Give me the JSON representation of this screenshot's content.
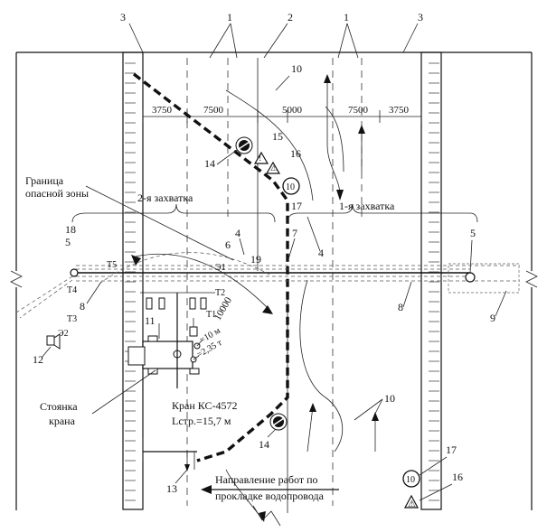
{
  "callouts": {
    "n1": "1",
    "n2": "2",
    "n3": "3",
    "n4": "4",
    "n5": "5",
    "n6": "6",
    "n7": "7",
    "n8": "8",
    "n9": "9",
    "n10": "10",
    "n11": "11",
    "n12": "12",
    "n13": "13",
    "n14": "14",
    "n15": "15",
    "n16": "16",
    "n17": "17",
    "n18": "18",
    "n19": "19"
  },
  "dimensions": {
    "d1": "3750",
    "d2": "7500",
    "d3": "5000",
    "d4": "7500",
    "d5": "3750",
    "radius": "10000"
  },
  "zones": {
    "danger_line1": "Граница",
    "danger_line2": "опасной зоны",
    "grip2": "2-я захватка",
    "grip1": "1-я захватка"
  },
  "crane": {
    "parking_line1": "Стоянка",
    "parking_line2": "крана",
    "model": "Кран КС-4572",
    "boom": "Lстр.=15,7 м",
    "reach": "=10 м",
    "load": "=2,35 т"
  },
  "points": {
    "T1": "Т1",
    "T2": "Т2",
    "T3": "Т3",
    "T4": "Т4",
    "T5": "Т5",
    "E1": "Э1",
    "E2": "Э2"
  },
  "direction": {
    "line1": "Направление работ по",
    "line2": "прокладке водопровода"
  },
  "sign": {
    "speed": "10"
  }
}
